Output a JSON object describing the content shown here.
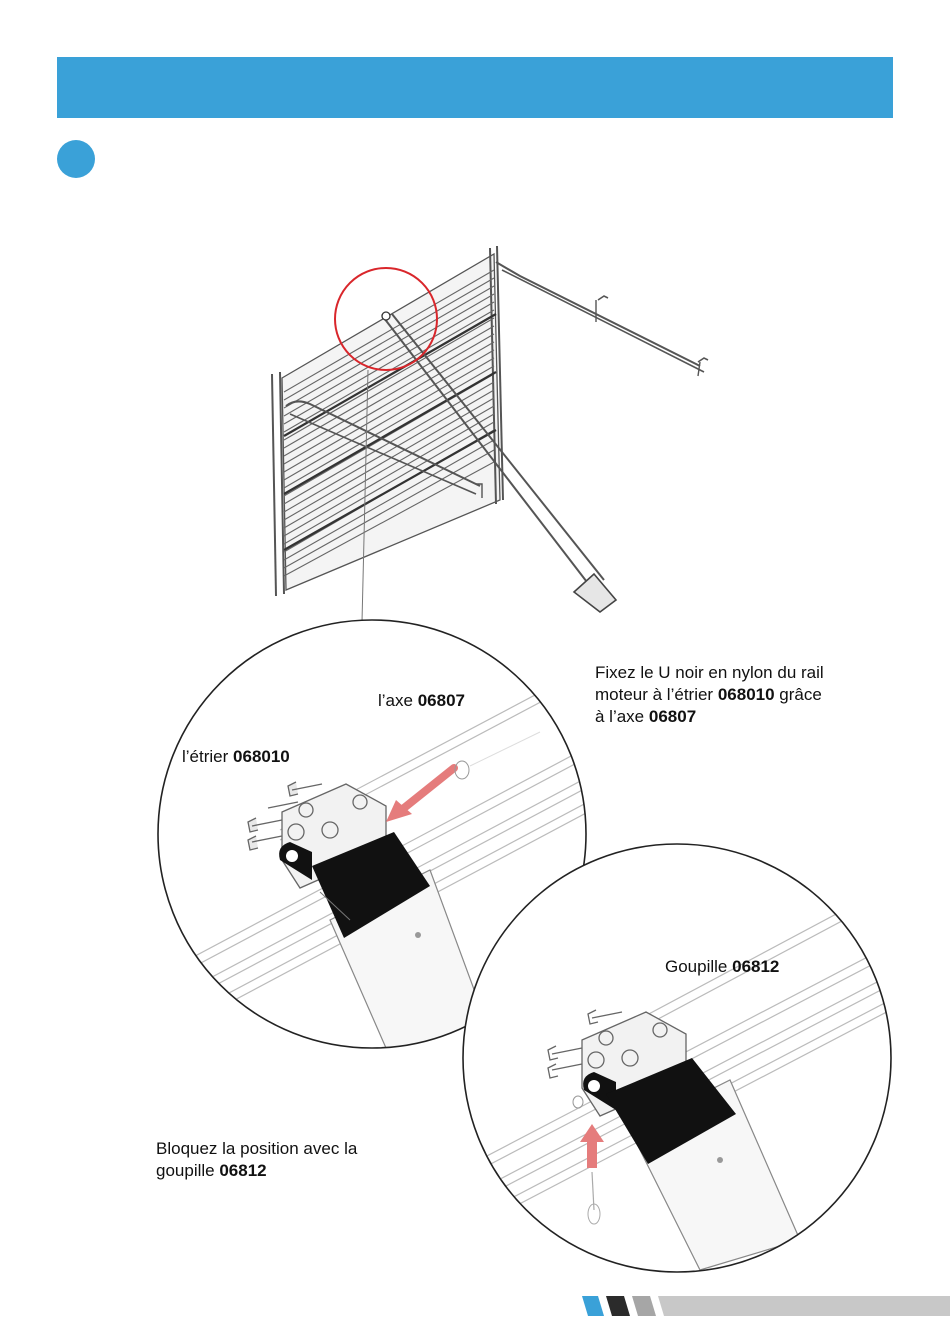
{
  "header": {
    "title": ""
  },
  "step": {
    "number": ""
  },
  "callouts": {
    "axe": {
      "label": "l’axe",
      "code": "06807"
    },
    "etrier": {
      "label": "l’étrier",
      "code": "068010"
    },
    "goupille": {
      "label": "Goupille",
      "code": "06812"
    }
  },
  "instruction_1": {
    "line1": "Fixez le U noir  en nylon  du rail",
    "line2_prefix": "moteur à l’étrier",
    "line2_code": "068010",
    "line2_suffix": " grâce",
    "line3_prefix": "à l’axe",
    "line3_code": "06807"
  },
  "instruction_2": {
    "line1": "Bloquez la position avec la",
    "line2_prefix": "goupille",
    "line2_code": "06812"
  },
  "colors": {
    "accent": "#3aa1d8",
    "arrow": "#e57c7c",
    "bracket": "#111111",
    "footer_dark": "#2b2b2b",
    "footer_gray": "#a6a6a6"
  }
}
